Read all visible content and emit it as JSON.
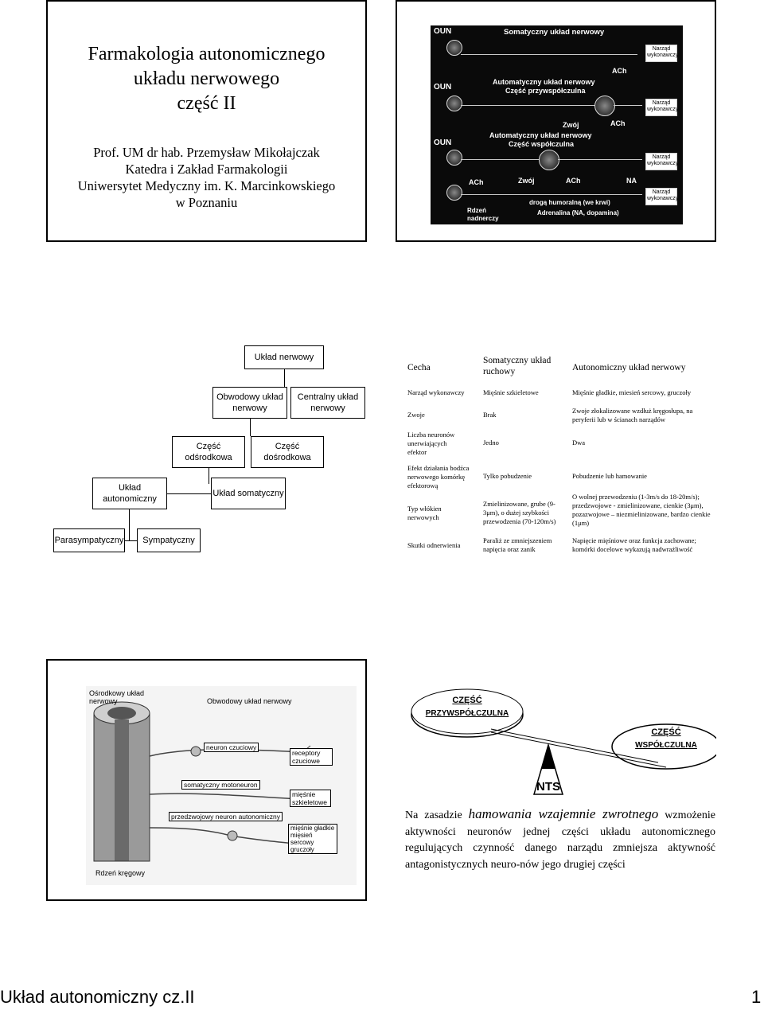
{
  "slide1": {
    "title_lines": [
      "Farmakologia autonomicznego",
      "układu nerwowego",
      "część II"
    ],
    "author_lines": [
      "Prof. UM dr hab. Przemysław Mikołajczak",
      "Katedra i Zakład Farmakologii",
      "Uniwersytet Medyczny im. K. Marcinkowskiego",
      "w Poznaniu"
    ]
  },
  "slide2": {
    "oun1": "OUN",
    "oun2": "OUN",
    "oun3": "OUN",
    "somatic": "Somatyczny układ nerwowy",
    "auto_para_1": "Automatyczny układ nerwowy",
    "auto_para_2": "Część przywspółczulna",
    "auto_symp_1": "Automatyczny układ nerwowy",
    "auto_symp_2": "Część współczulna",
    "ach1": "ACh",
    "ach2": "ACh",
    "ach3": "ACh",
    "ach4": "ACh",
    "zwoj1": "Zwój",
    "zwoj2": "Zwój",
    "na": "NA",
    "effector": "Narząd wykonawczy",
    "humoral": "drogą humoralną (we krwi)",
    "adrenaline": "Adrenalina (NA, dopamina)",
    "adrenal_1": "Rdzeń",
    "adrenal_2": "nadnerczy"
  },
  "slide3": {
    "root": "Układ nerwowy",
    "peripheral": "Obwodowy układ nerwowy",
    "central": "Centralny układ nerwowy",
    "efferent": "Część odśrodkowa",
    "afferent": "Część dośrodkowa",
    "autonomic": "Układ autonomiczny",
    "somatic": "Układ somatyczny",
    "para": "Parasympatyczny",
    "symp": "Sympatyczny"
  },
  "table": {
    "headers": [
      "Cecha",
      "Somatyczny układ ruchowy",
      "Autonomiczny układ nerwowy"
    ],
    "rows": [
      [
        "Narząd wykonawczy",
        "Mięśnie szkieletowe",
        "Mięśnie gładkie, miesień sercowy, gruczoły"
      ],
      [
        "Zwoje",
        "Brak",
        "Zwoje złokalizowane wzdłuż kręgosłupa, na peryferii lub w ścianach narządów"
      ],
      [
        "Liczba neuronów unerwiających efektor",
        "Jedno",
        "Dwa"
      ],
      [
        "Efekt działania bodźca nerwowego komórkę efektorową",
        "Tylko pobudzenie",
        "Pobudzenie lub hamowanie"
      ],
      [
        "Typ włókien nerwowych",
        "Zmielinizowane, grube (9-3μm), o dużej szybkości przewodzenia (70-120m/s)",
        "O wolnej przewodzeniu (1-3m/s do 18-20m/s); przedzwojowe - zmielinizowane, cienkie (3μm), pozazwojowe – niezmielinizowane, bardzo cienkie (1μm)"
      ],
      [
        "Skutki odnerwienia",
        "Paraliż ze zmniejszeniem napięcia oraz zanik",
        "Napięcie mięśniowe oraz funkcja zachowane; komórki docelowe wykazują nadwrażliwość"
      ]
    ]
  },
  "slide4": {
    "central_ns": "Ośrodkowy układ nerwowy",
    "peripheral_ns": "Obwodowy układ nerwowy",
    "sensory_neuron": "neuron czuciowy",
    "receptors": "receptory czuciowe",
    "somatic_motoneuron": "somatyczny motoneuron",
    "skeletal_muscles": "mięśnie szkieletowe",
    "preganglionic": "przedzwojowy neuron autonomiczny",
    "smooth_muscles": "mięśnie gładkie mięsień sercowy gruczoły",
    "spinal_cord": "Rdzeń kręgowy"
  },
  "slide5": {
    "para_label_1": "CZĘŚĆ",
    "para_label_2": "PRZYWSPÓŁCZULNA",
    "symp_label_1": "CZĘŚĆ",
    "symp_label_2": "WSPÓŁCZULNA",
    "nts": "NTS",
    "text_prefix": "Na zasadzie ",
    "text_emph": "hamowania wzajemnie zwrotnego",
    "text_rest": " wzmożenie aktywności neuronów jednej części układu autonomicznego regulujących czynność danego narządu zmniejsza aktywność antagonistycznych neuro-nów jego drugiej części"
  },
  "footer": {
    "title": "Układ autonomiczny cz.II",
    "page": "1"
  }
}
